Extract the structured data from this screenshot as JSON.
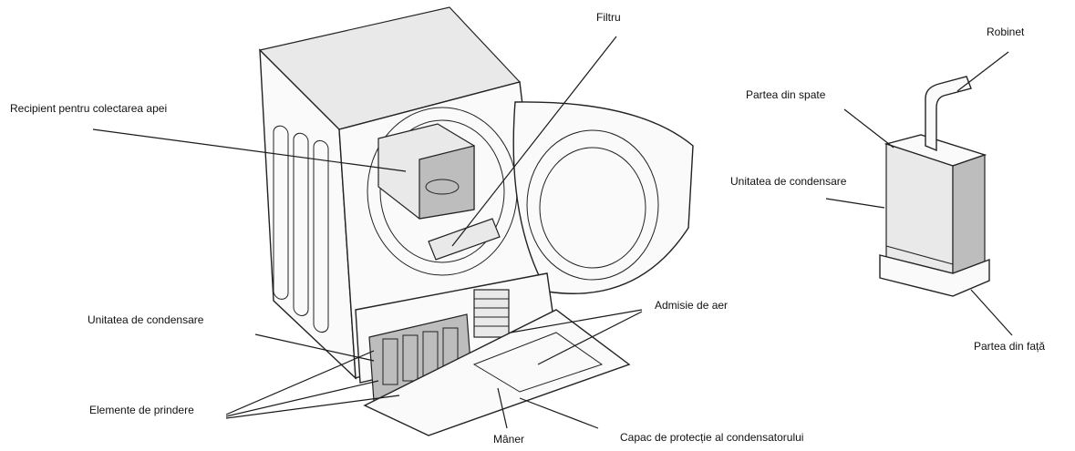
{
  "labels": {
    "filter": "Filtru",
    "faucet": "Robinet",
    "back_side": "Partea din spate",
    "water_container": "Recipient pentru colectarea apei",
    "condenser_unit_right": "Unitatea de condensare",
    "condenser_unit_left": "Unitatea de condensare",
    "air_intake": "Admisie de aer",
    "front_side": "Partea din față",
    "fasteners": "Elemente de prindere",
    "handle": "Mâner",
    "condenser_cover": "Capac de protecție al condensatorului"
  }
}
